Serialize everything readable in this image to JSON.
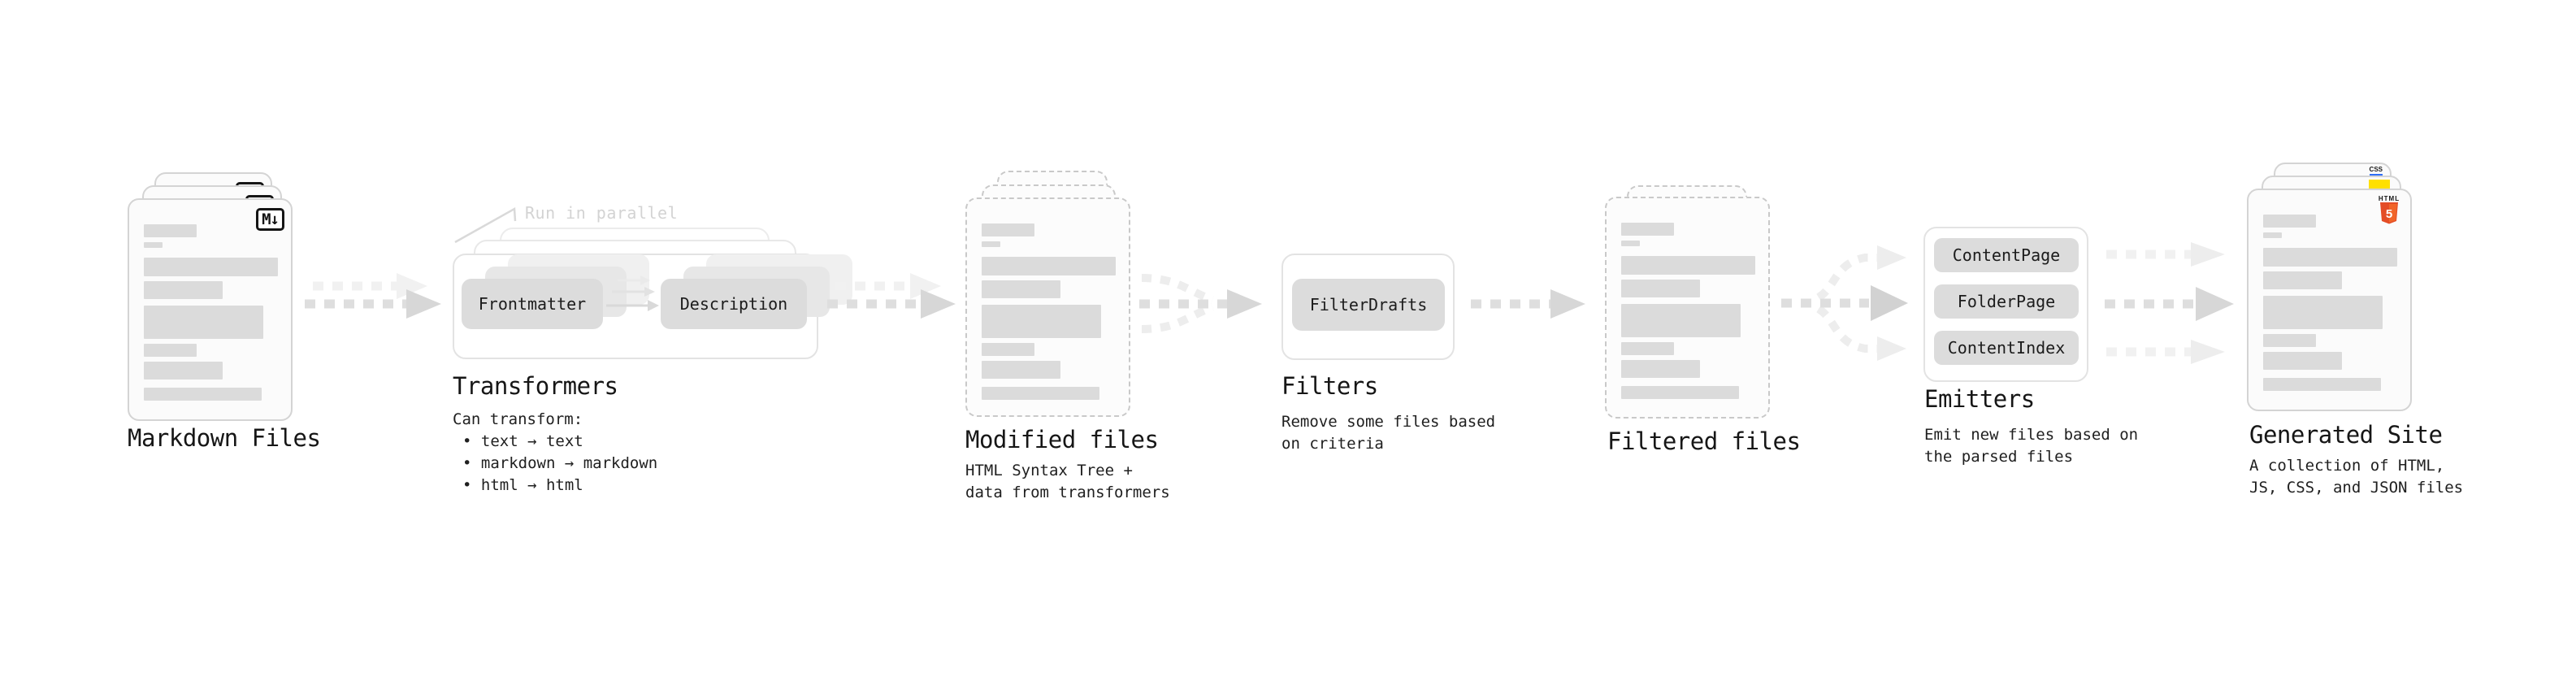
{
  "stages": {
    "markdown": {
      "title": "Markdown Files",
      "badge": "M↓"
    },
    "transformers": {
      "title": "Transformers",
      "parallel_note": "Run in parallel",
      "desc_heading": "Can transform:",
      "bullets": [
        "• text → text",
        "• markdown → markdown",
        "• html → html"
      ],
      "boxes": [
        "Frontmatter",
        "Description"
      ]
    },
    "modified": {
      "title": "Modified files",
      "desc": [
        "HTML Syntax Tree +",
        "data from transformers"
      ]
    },
    "filters": {
      "title": "Filters",
      "desc": [
        "Remove some files based",
        "on criteria"
      ],
      "boxes": [
        "FilterDrafts"
      ]
    },
    "filtered": {
      "title": "Filtered files"
    },
    "emitters": {
      "title": "Emitters",
      "desc": [
        "Emit new files based on",
        "the parsed files"
      ],
      "boxes": [
        "ContentPage",
        "FolderPage",
        "ContentIndex"
      ]
    },
    "generated": {
      "title": "Generated Site",
      "desc": [
        "A collection of HTML,",
        "JS, CSS, and JSON files"
      ],
      "badges": {
        "html_label": "HTML",
        "html_number": "5",
        "css": "CSS"
      }
    }
  },
  "colors": {
    "html5_orange": "#e44d26",
    "js_yellow": "#ffe000",
    "css_blue": "#2f6df6",
    "bar_gray": "#dbdbdb",
    "node_gray": "#dcdcdc",
    "arrow_gray": "#dedede"
  }
}
